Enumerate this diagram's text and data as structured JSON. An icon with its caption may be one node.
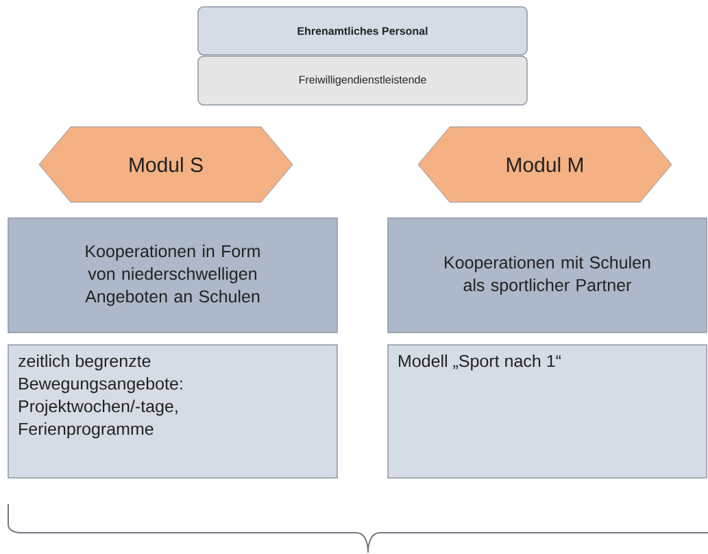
{
  "diagram": {
    "nodes": [
      {
        "text": [
          "Ehrenamtliches Personal"
        ]
      },
      {
        "text": [
          "Freiwilligendienstleistende"
        ]
      },
      {
        "text": [
          "Modul S"
        ]
      },
      {
        "text": [
          "Modul M"
        ]
      },
      {
        "text": [
          "Kooperationen in Form von niederschwelligen Angeboten an Schulen"
        ]
      },
      {
        "text": [
          "Kooperationen mit Schulen als sportlicher Partner"
        ]
      },
      {
        "text": [
          "zeitlich begrenzte Bewegungsangebote: Projektwochen/-tage, Ferienprogramme"
        ]
      },
      {
        "text": [
          "Modell „Sport nach 1“"
        ]
      }
    ]
  }
}
